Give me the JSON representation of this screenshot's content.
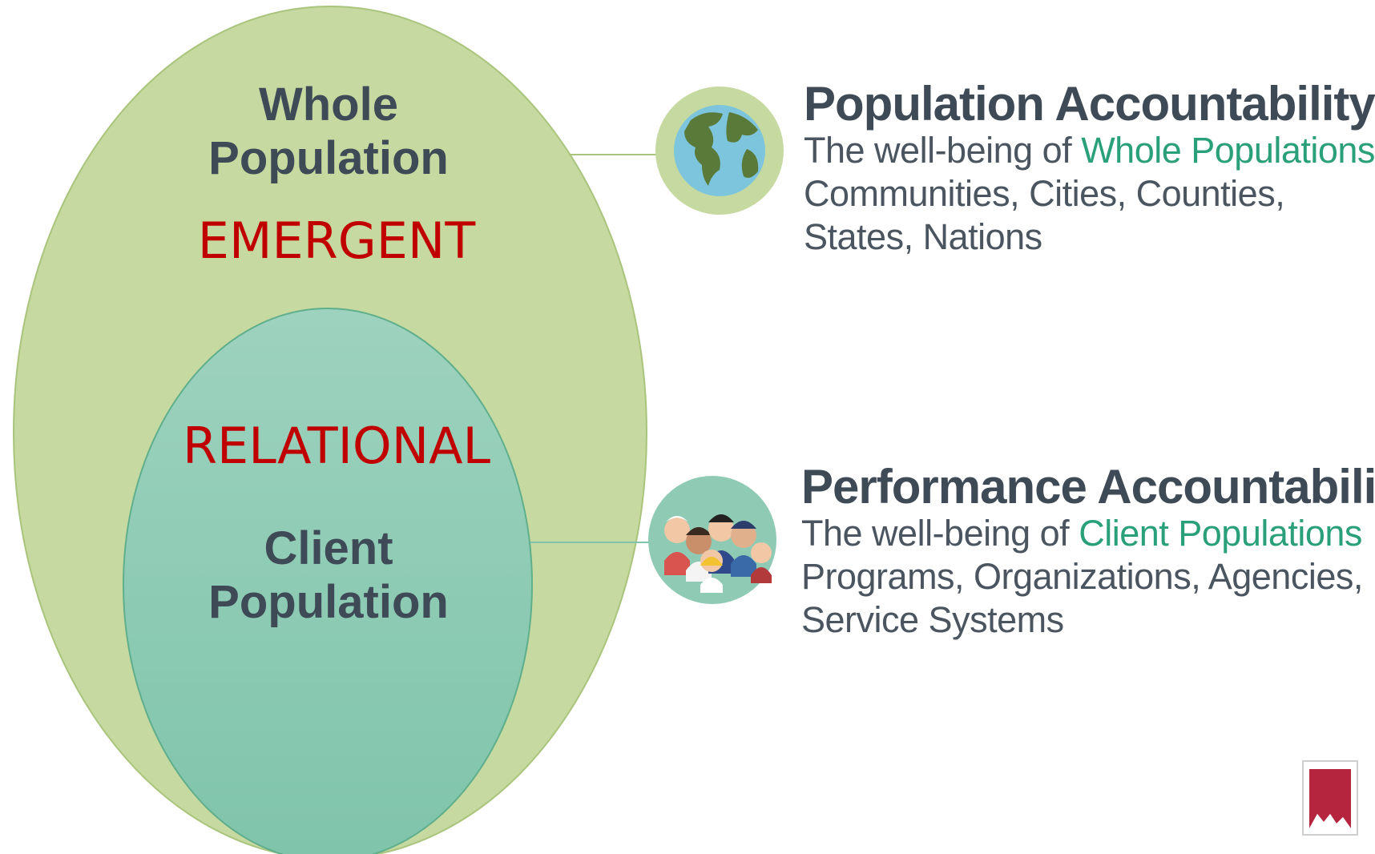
{
  "whole_population": {
    "line1": "Whole",
    "line2": "Population",
    "tag": "EMERGENT"
  },
  "client_population": {
    "tag": "RELATIONAL",
    "line1": "Client",
    "line2": "Population"
  },
  "population_accountability": {
    "title": "Population Accountability",
    "prefix": "The well-being of ",
    "highlight": "Whole Populations",
    "line2": "Communities, Cities, Counties,",
    "line3": "States, Nations",
    "icon": "globe-icon"
  },
  "performance_accountability": {
    "title": "Performance Accountability",
    "prefix": "The well-being of ",
    "highlight": "Client Populations",
    "line2": "Programs, Organizations, Agencies,",
    "line3": "Service Systems",
    "icon": "people-icon"
  },
  "colors": {
    "outer_ellipse": "#c5d9a0",
    "inner_ellipse": "#8fcbb4",
    "highlight_text": "#2aa07a",
    "emphasis_text": "#c00000",
    "logo": "#b5253d"
  }
}
